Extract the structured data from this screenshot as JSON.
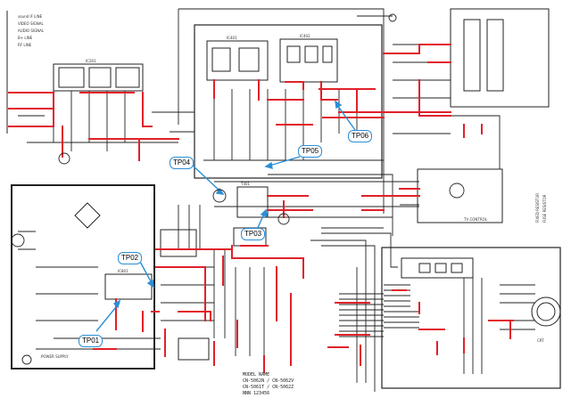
{
  "test_points": [
    {
      "id": "tp01",
      "label": "TP01"
    },
    {
      "id": "tp02",
      "label": "TP02"
    },
    {
      "id": "tp03",
      "label": "TP03"
    },
    {
      "id": "tp04",
      "label": "TP04"
    },
    {
      "id": "tp05",
      "label": "TP05"
    },
    {
      "id": "tp06",
      "label": "TP06"
    }
  ],
  "legend": {
    "line1": "sound IF LINE",
    "line2": "VIDEO SIGNAL",
    "line3": "AUDIO SIGNAL",
    "line4": "B+ LINE",
    "line5": "RF LINE"
  },
  "blocks": {
    "ic_left": "IC201",
    "ic_top_a": "IC401",
    "ic_top_b": "IC402",
    "crt_label": "CRT",
    "flyback": "T401",
    "power_ic": "IC801",
    "deflection": "TV CONTROL",
    "source_note": "POWER SUPPLY"
  },
  "model": {
    "line1": "MODEL NAME",
    "line2": "CN-5062N / CN-5062V",
    "line3": "CN-5061T / CN-5062Z",
    "line4": "NNN 123456"
  },
  "right_vertical": {
    "line1": "FIXED RESISTOR",
    "line2": "FUSE RESISTOR"
  },
  "colors": {
    "signal": "#e0212a",
    "line": "#222222",
    "callout": "#2a8fd6"
  }
}
